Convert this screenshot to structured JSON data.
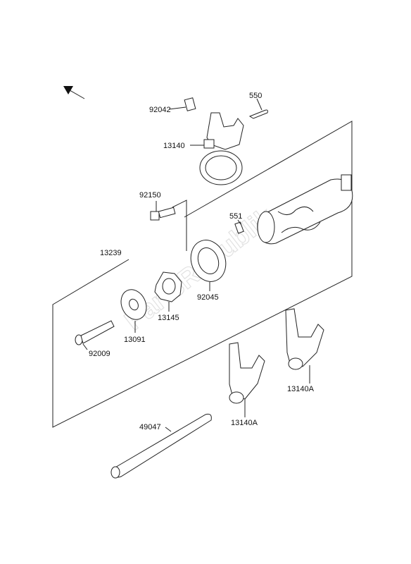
{
  "watermark": "PartsRepublik",
  "labels": {
    "p92042": "92042",
    "p550": "550",
    "p13140": "13140",
    "p92150": "92150",
    "p551": "551",
    "p13239": "13239",
    "p92045": "92045",
    "p13145": "13145",
    "p13091": "13091",
    "p92009": "92009",
    "p13140a_right": "13140A",
    "p13140a_left": "13140A",
    "p49047": "49047"
  }
}
